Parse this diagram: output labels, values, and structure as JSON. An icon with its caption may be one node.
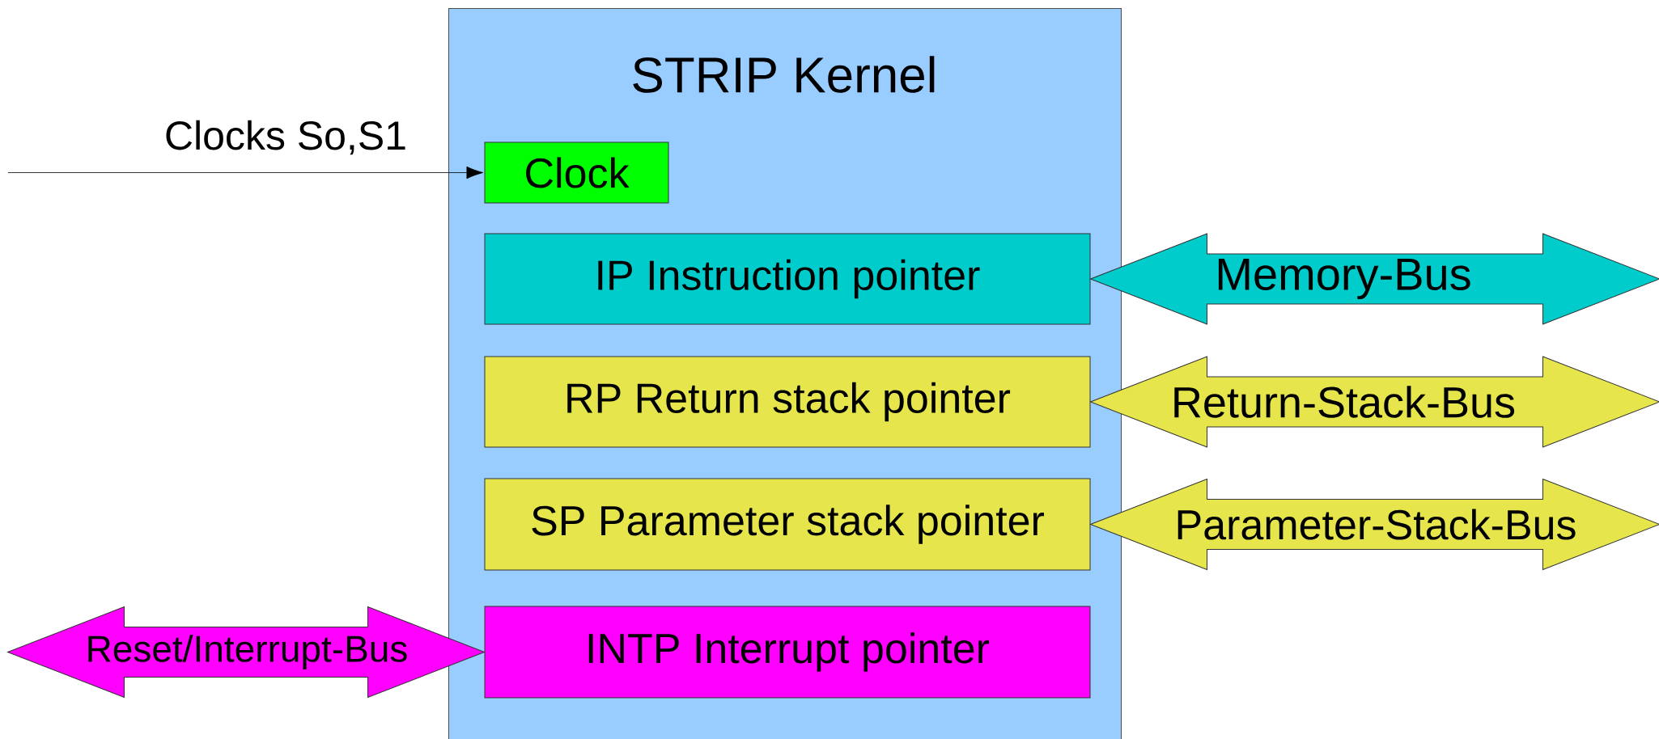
{
  "diagram": {
    "nodes": [
      {
        "text": [
          "STRIP Kernel"
        ]
      },
      {
        "text": [
          "Clock"
        ],
        "in": 0
      },
      {
        "text": [
          "IP Instruction pointer"
        ],
        "in": 0
      },
      {
        "text": [
          "RP Return stack pointer"
        ],
        "in": 0
      },
      {
        "text": [
          "SP Parameter stack pointer"
        ],
        "in": 0
      },
      {
        "text": [
          "INTP Interrupt pointer"
        ],
        "in": 0
      }
    ],
    "edges": [
      {
        "from": null,
        "to": 1,
        "arrow": "to",
        "label": "Clocks So,S1"
      },
      {
        "from": 2,
        "to": null,
        "arrow": "both",
        "label": "Memory-Bus",
        "style": "thick",
        "color": "#00cccc"
      },
      {
        "from": 3,
        "to": null,
        "arrow": "both",
        "label": "Return-Stack-Bus",
        "style": "thick",
        "color": "#e6e64c"
      },
      {
        "from": 4,
        "to": null,
        "arrow": "both",
        "label": "Parameter-Stack-Bus",
        "style": "thick",
        "color": "#e6e64c"
      },
      {
        "from": 5,
        "to": null,
        "arrow": "both",
        "label": "Reset/Interrupt-Bus",
        "style": "thick",
        "color": "#ff00ff"
      }
    ]
  }
}
